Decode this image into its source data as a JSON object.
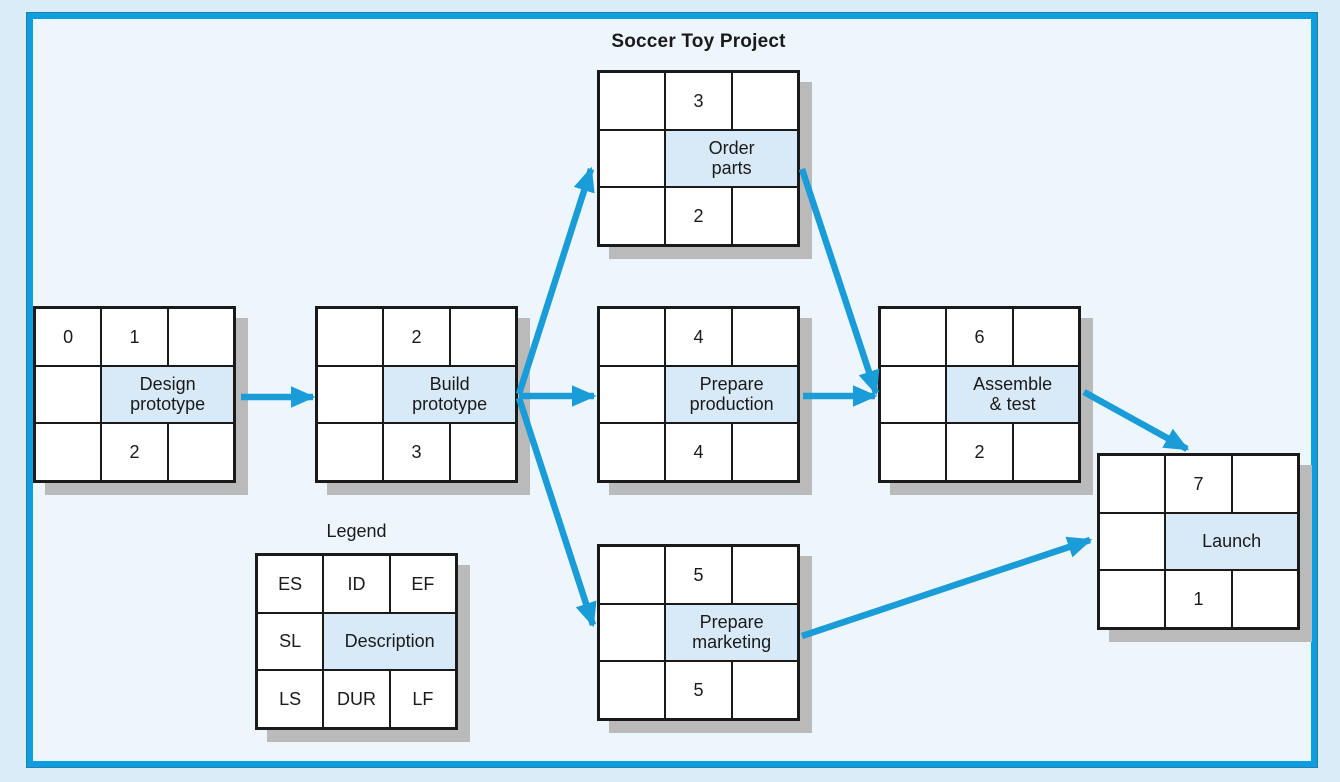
{
  "title": "Soccer Toy Project",
  "legend": {
    "title": "Legend",
    "cells": {
      "es": "ES",
      "id": "ID",
      "ef": "EF",
      "sl": "SL",
      "description": "Description",
      "ls": "LS",
      "dur": "DUR",
      "lf": "LF"
    }
  },
  "colors": {
    "frame_border": "#0c9fe0",
    "arrow": "#1a9cd9",
    "description_fill": "#d8eaf8",
    "outer_background": "#dbecf9",
    "inner_background": "#eef6fd",
    "node_border": "#1a1a1a",
    "node_shadow": "#bababa"
  },
  "nodes": [
    {
      "key": "design-prototype",
      "es": "0",
      "id": "1",
      "ef": "",
      "sl": "",
      "description": "Design\nprototype",
      "ls": "",
      "dur": "2",
      "lf": ""
    },
    {
      "key": "build-prototype",
      "es": "",
      "id": "2",
      "ef": "",
      "sl": "",
      "description": "Build\nprototype",
      "ls": "",
      "dur": "3",
      "lf": ""
    },
    {
      "key": "order-parts",
      "es": "",
      "id": "3",
      "ef": "",
      "sl": "",
      "description": "Order\nparts",
      "ls": "",
      "dur": "2",
      "lf": ""
    },
    {
      "key": "prepare-production",
      "es": "",
      "id": "4",
      "ef": "",
      "sl": "",
      "description": "Prepare\nproduction",
      "ls": "",
      "dur": "4",
      "lf": ""
    },
    {
      "key": "prepare-marketing",
      "es": "",
      "id": "5",
      "ef": "",
      "sl": "",
      "description": "Prepare\nmarketing",
      "ls": "",
      "dur": "5",
      "lf": ""
    },
    {
      "key": "assemble-test",
      "es": "",
      "id": "6",
      "ef": "",
      "sl": "",
      "description": "Assemble\n& test",
      "ls": "",
      "dur": "2",
      "lf": ""
    },
    {
      "key": "launch",
      "es": "",
      "id": "7",
      "ef": "",
      "sl": "",
      "description": "Launch",
      "ls": "",
      "dur": "1",
      "lf": ""
    }
  ],
  "edges": [
    {
      "from_id": "1",
      "to_id": "2",
      "from": "Design prototype",
      "to": "Build prototype",
      "line": [
        241,
        397,
        313,
        397
      ]
    },
    {
      "from_id": "2",
      "to_id": "3",
      "from": "Build prototype",
      "to": "Order parts",
      "line": [
        519,
        394,
        591,
        169
      ]
    },
    {
      "from_id": "2",
      "to_id": "4",
      "from": "Build prototype",
      "to": "Prepare production",
      "line": [
        519,
        396,
        594,
        396
      ]
    },
    {
      "from_id": "2",
      "to_id": "5",
      "from": "Build prototype",
      "to": "Prepare marketing",
      "line": [
        519,
        398,
        593,
        625
      ]
    },
    {
      "from_id": "3",
      "to_id": "6",
      "from": "Order parts",
      "to": "Assemble & test",
      "line": [
        802,
        169,
        876,
        393
      ]
    },
    {
      "from_id": "4",
      "to_id": "6",
      "from": "Prepare production",
      "to": "Assemble & test",
      "line": [
        803,
        396,
        875,
        396
      ]
    },
    {
      "from_id": "6",
      "to_id": "7",
      "from": "Assemble & test",
      "to": "Launch",
      "line": [
        1084,
        392,
        1187,
        449
      ]
    },
    {
      "from_id": "5",
      "to_id": "7",
      "from": "Prepare marketing",
      "to": "Launch",
      "line": [
        802,
        636,
        1090,
        540
      ]
    }
  ]
}
